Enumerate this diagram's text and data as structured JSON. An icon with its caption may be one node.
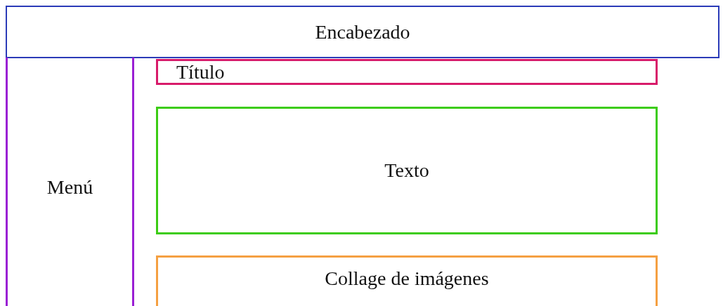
{
  "diagram": {
    "nodes": [
      {
        "text": [
          "Encabezado"
        ]
      },
      {
        "text": [
          "Menú"
        ]
      },
      {
        "text": [
          "Título"
        ]
      },
      {
        "text": [
          "Texto"
        ]
      },
      {
        "text": [
          "Collage de imágenes"
        ]
      }
    ]
  }
}
